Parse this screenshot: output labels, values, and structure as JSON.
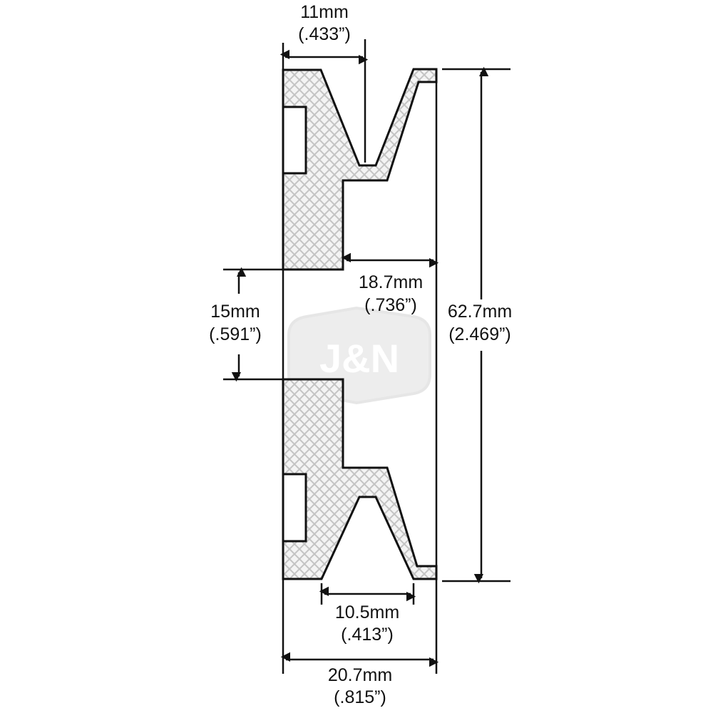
{
  "watermark": {
    "text": "J&N",
    "color": "#d9d9d9"
  },
  "colors": {
    "line": "#111111",
    "hatch_fill": "#f4f4f4",
    "hatch_lines": "#c4c4c4"
  },
  "dimensions": {
    "top_groove": {
      "mm": "11mm",
      "inch": "(.433”)"
    },
    "hub_depth": {
      "mm": "18.7mm",
      "inch": "(.736”)"
    },
    "bore": {
      "mm": "15mm",
      "inch": "(.591”)"
    },
    "outer_diameter": {
      "mm": "62.7mm",
      "inch": "(2.469”)"
    },
    "bottom_groove": {
      "mm": "10.5mm",
      "inch": "(.413”)"
    },
    "overall_width": {
      "mm": "20.7mm",
      "inch": "(.815”)"
    }
  }
}
